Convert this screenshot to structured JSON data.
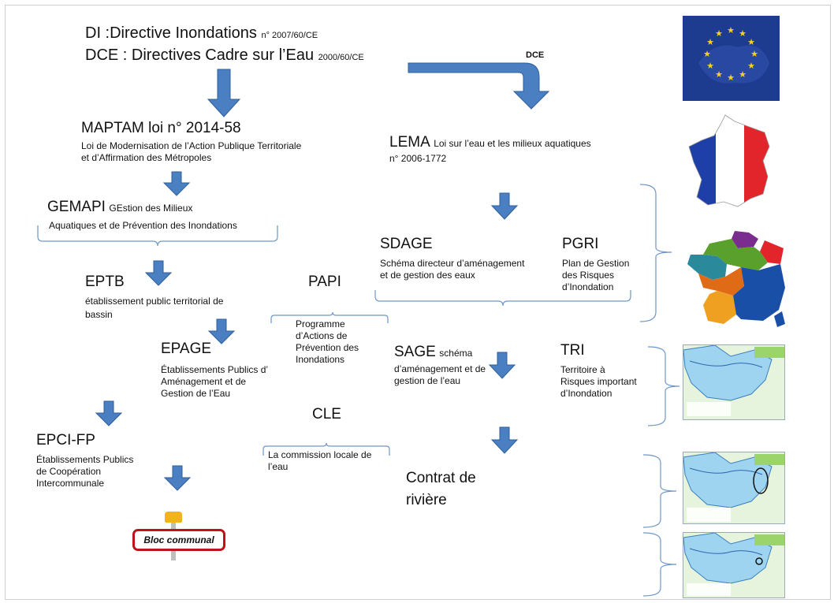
{
  "header": {
    "di": "DI :Directive Inondations",
    "di_ref": "n° 2007/60/CE",
    "dce": "DCE : Directives Cadre sur l’Eau",
    "dce_ref": "2000/60/CE",
    "dce_arrow_label": "DCE"
  },
  "maptam": {
    "title": "MAPTAM loi n° 2014-58",
    "desc_line1": "Loi de Modernisation de l’Action Publique Territoriale",
    "desc_line2": "et d’Affirmation des Métropoles"
  },
  "lema": {
    "title": "LEMA",
    "desc_line1": "Loi sur l’eau et les milieux aquatiques",
    "desc_line2": "n° 2006-1772"
  },
  "gemapi": {
    "title": "GEMAPI",
    "desc_line1": "GEstion des Milieux",
    "desc_line2": "Aquatiques et de Prévention des Inondations"
  },
  "eptb": {
    "title": "EPTB",
    "desc_line1": "établissement public territorial de",
    "desc_line2": "bassin"
  },
  "papi": {
    "title": "PAPI",
    "desc": "Programme d’Actions de Prévention des Inondations"
  },
  "epage": {
    "title": "EPAGE",
    "desc": "Établissements Publics d’ Aménagement et de Gestion de l’Eau"
  },
  "epci": {
    "title": "EPCI-FP",
    "desc": "Établissements Publics de Coopération Intercommunale"
  },
  "cle": {
    "title": "CLE",
    "desc": "La commission locale de l’eau"
  },
  "sdage": {
    "title": "SDAGE",
    "desc": "Schéma directeur d’aménagement et de gestion des eaux"
  },
  "pgri": {
    "title": "PGRI",
    "desc": "Plan de Gestion des Risques d’Inondation"
  },
  "sage": {
    "title": "SAGE",
    "desc_inline": "schéma",
    "desc": "d’aménagement et de gestion de l’eau"
  },
  "tri": {
    "title": "TRI",
    "desc": "Territoire à Risques important d’Inondation"
  },
  "contrat": {
    "line1": "Contrat de",
    "line2": "rivière"
  },
  "bloc": {
    "label": "Bloc communal"
  },
  "colors": {
    "arrow": "#4a7fc1",
    "arrow_stroke": "#2f5f9c",
    "brace": "#6f97c8",
    "eu_blue": "#1d3b8f",
    "eu_star": "#f6d21c",
    "fr_blue": "#1f3fa8",
    "fr_red": "#e2252b",
    "bloc_red": "#c0121a",
    "sign_yellow": "#f2b41b"
  }
}
